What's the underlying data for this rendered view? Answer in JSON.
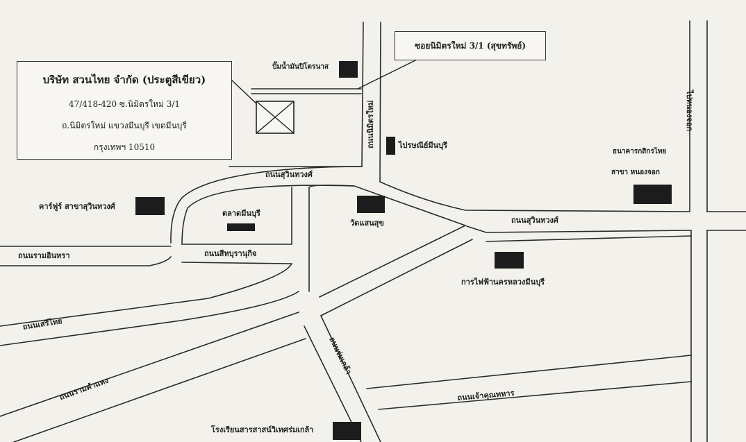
{
  "company": {
    "name": "บริษัท สวนไทย จำกัด (ประตูสีเขียว)",
    "address_line1": "47/418-420 ซ.นิมิตรใหม่ 3/1",
    "address_line2": "ถ.นิมิตรใหม่ แขวงมีนบุรี เขตมีนบุรี",
    "address_line3": "กรุงเทพฯ 10510"
  },
  "callout": "ซอยนิมิตรใหม่ 3/1 (สุขทรัพย์)",
  "roads": {
    "suwinthawong_top": "ถนนสุวินทวงศ์",
    "suwinthawong_right": "ถนนสุวินทวงศ์",
    "nimitmai": "ถนนนิมิตรใหม่",
    "ramintra": "ถนนรามอินทรา",
    "sihaburanukit": "ถนนสีหบุรานุกิจ",
    "seri_thai": "ถนนเสรีไทย",
    "ramkhamhaeng": "ถนนรามคำแหง",
    "romklao": "ถนนร่มเกล้า",
    "chuan_uthit": "ถนนเจ้าคุณทหาร",
    "nong_chok": "ไปหนองจอก"
  },
  "landmarks": {
    "gas_station": "ปั๊มน้ำมันปิโตรนาส",
    "post_office": "ไปรษณีย์มีนบุรี",
    "bank_line1": "ธนาคารกสิกรไทย",
    "bank_line2": "สาขา หนองจอก",
    "carrefour": "คาร์ฟูร์ สาขาสุวินทวงศ์",
    "market": "ตลาดมีนบุรี",
    "temple": "วัดแสนสุข",
    "electricity": "การไฟฟ้านครหลวงมีนบุรี",
    "school": "โรงเรียนสารสาสน์วิเทศร่มเกล้า"
  }
}
